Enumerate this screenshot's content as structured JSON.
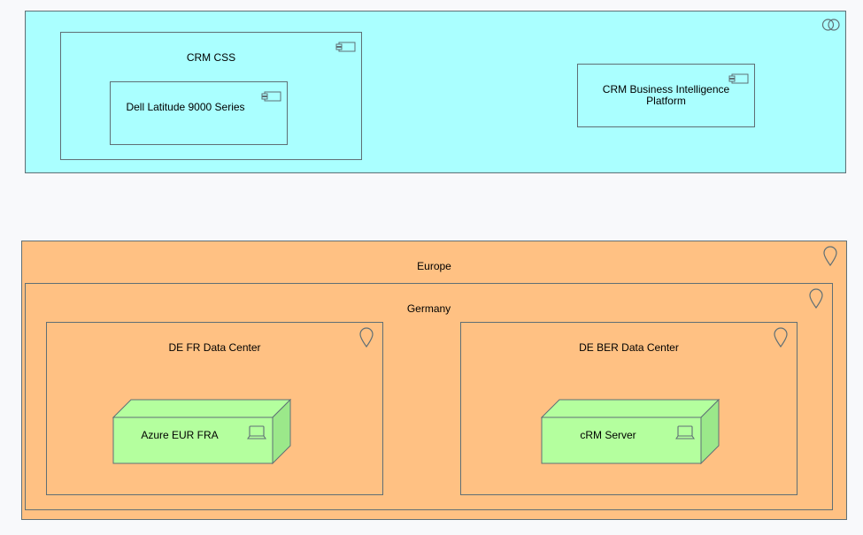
{
  "colors": {
    "grouping_fill": "#aaffff",
    "location_fill": "#ffc183",
    "node_fill": "#b4ff9e",
    "node_side": "#9be88a",
    "stroke": "#5f6f75"
  },
  "grouping": {
    "icon": "grouping-icon",
    "components": [
      {
        "label": "CRM CSS",
        "icon": "component-icon",
        "child": {
          "label": "Dell Latitude 9000 Series",
          "icon": "component-icon"
        }
      },
      {
        "label": "CRM Business Intelligence Platform",
        "icon": "component-icon"
      }
    ]
  },
  "locations": {
    "europe": {
      "label": "Europe",
      "icon": "location-pin-icon"
    },
    "germany": {
      "label": "Germany",
      "icon": "location-pin-icon"
    },
    "datacenters": [
      {
        "label": "DE FR Data Center",
        "icon": "location-pin-icon",
        "node": {
          "label": "Azure EUR FRA",
          "icon": "device-icon"
        }
      },
      {
        "label": "DE BER Data Center",
        "icon": "location-pin-icon",
        "node": {
          "label": "cRM Server",
          "icon": "device-icon"
        }
      }
    ]
  }
}
